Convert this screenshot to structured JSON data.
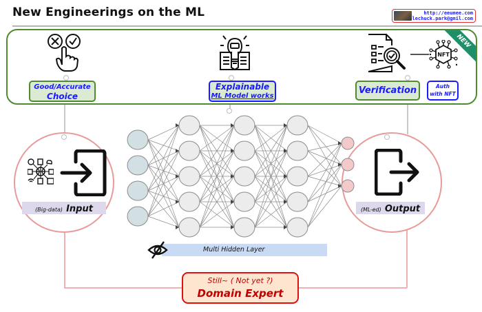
{
  "header": {
    "title": "New Engineerings on the ML",
    "credit": {
      "url": "http://eeumee.com",
      "email": "lechuck.park@gmil.com"
    }
  },
  "top_panel": {
    "badge": "NEW",
    "items": [
      {
        "icon": "choice-hand-icon",
        "line1": "Good/Accurate",
        "line2": "Choice"
      },
      {
        "icon": "lightbulb-book-icon",
        "line1": "Explainable",
        "line2": "ML Model works"
      },
      {
        "icon": "document-verify-icon",
        "line1": "Verification"
      },
      {
        "icon": "nft-icon",
        "line1": "Auth",
        "line2": "with NFT"
      }
    ]
  },
  "input": {
    "icon": "login-icon",
    "data_icon": "big-data-network-icon",
    "prefix": "(Big-data)",
    "label": "Input"
  },
  "output": {
    "icon": "logout-icon",
    "prefix": "(ML-ed)",
    "label": "Output"
  },
  "network": {
    "layers": [
      4,
      5,
      5,
      5,
      3
    ],
    "colors": {
      "input": "#d2e0e3",
      "hidden": "#ececec",
      "output": "#f4c9c9",
      "edge": "#8a8a8a"
    },
    "hidden_label": "Multi Hidden Layer",
    "hidden_icon": "eye-slash-icon"
  },
  "domain_expert": {
    "line1": "Still~ ( Not yet ?)",
    "line2": "Domain Expert"
  },
  "colors": {
    "panel_border": "#4e8a2e",
    "label_text": "#1a1aff",
    "circle_border": "#e89a9a",
    "expert_border": "#e01010",
    "expert_fill": "#fde5cf"
  }
}
